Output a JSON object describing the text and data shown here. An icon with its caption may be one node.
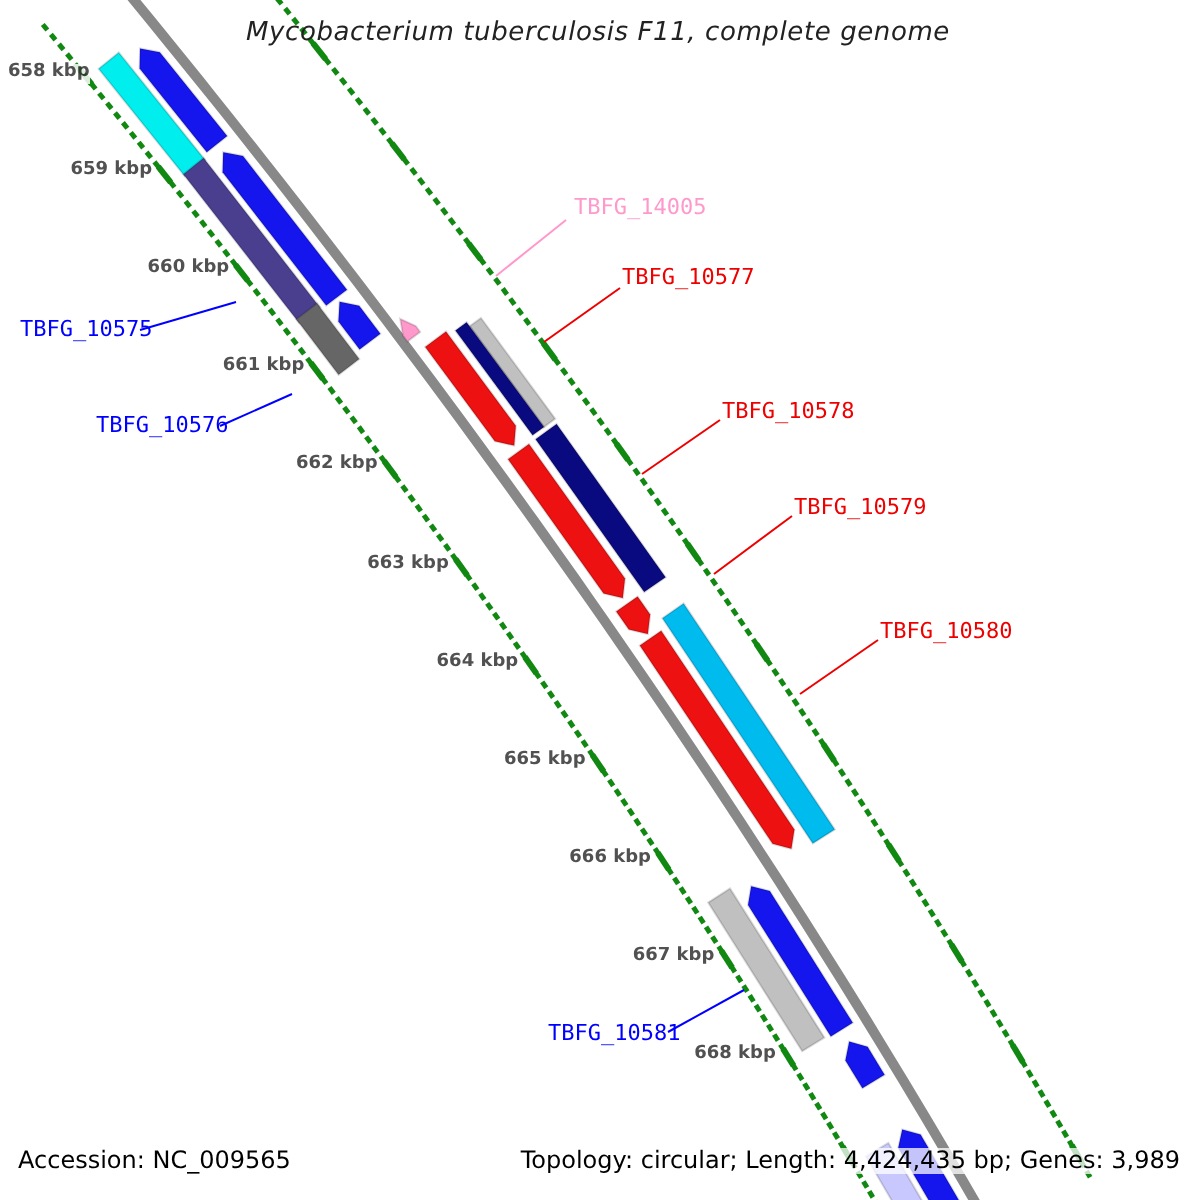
{
  "diagram": {
    "title": "Mycobacterium tuberculosis F11, complete genome",
    "nodes": [
      {
        "text": [
          "TBFG_14005"
        ]
      },
      {
        "text": [
          "TBFG_10577"
        ]
      },
      {
        "text": [
          "TBFG_10575"
        ]
      },
      {
        "text": [
          "TBFG_10578"
        ]
      },
      {
        "text": [
          "TBFG_10576"
        ]
      },
      {
        "text": [
          "TBFG_10579"
        ]
      },
      {
        "text": [
          "TBFG_10580"
        ]
      },
      {
        "text": [
          "TBFG_10581"
        ]
      }
    ],
    "edges": [
      {
        "from": 0,
        "to": null,
        "arrow": "none",
        "color": "#ff99cc"
      },
      {
        "from": 1,
        "to": null,
        "arrow": "none"
      },
      {
        "from": 2,
        "to": null,
        "arrow": "none",
        "color": "#0000ff"
      },
      {
        "from": 3,
        "to": null,
        "arrow": "none"
      },
      {
        "from": 4,
        "to": null,
        "arrow": "none",
        "color": "#0000ff"
      },
      {
        "from": 5,
        "to": null,
        "arrow": "none"
      },
      {
        "from": 6,
        "to": null,
        "arrow": "none"
      },
      {
        "from": 7,
        "to": null,
        "arrow": "none",
        "color": "#0000ff"
      }
    ],
    "labels": [
      "658 kbp",
      "659 kbp",
      "660 kbp",
      "661 kbp",
      "662 kbp",
      "663 kbp",
      "664 kbp",
      "665 kbp",
      "666 kbp",
      "667 kbp",
      "668 kbp",
      "Accession: NC_009565",
      "Topology: circular; Length: 4,424,435 bp; Genes: 3,989"
    ]
  }
}
